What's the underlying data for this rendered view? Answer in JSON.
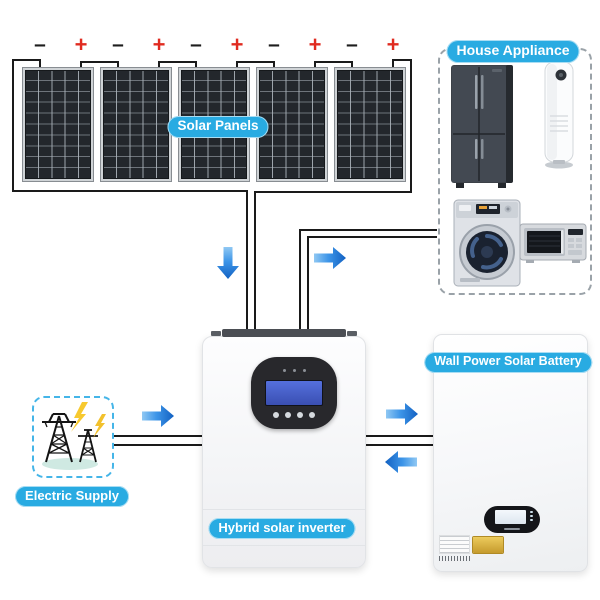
{
  "labels": {
    "solar_panels": "Solar Panels",
    "house_appliance": "House Appliance",
    "battery": "Wall Power Solar Battery",
    "inverter": "Hybrid solar inverter",
    "electric_supply": "Electric Supply"
  },
  "solar": {
    "panel_count": 5,
    "panels": [
      {
        "neg": "–",
        "pos": "+"
      },
      {
        "neg": "–",
        "pos": "+"
      },
      {
        "neg": "–",
        "pos": "+"
      },
      {
        "neg": "–",
        "pos": "+"
      },
      {
        "neg": "–",
        "pos": "+"
      }
    ]
  },
  "house_appliances": {
    "items": [
      "refrigerator",
      "air-conditioner",
      "washing-machine",
      "microwave"
    ]
  },
  "colors": {
    "label_pill_blue": "#29abe2",
    "flow_arrow_blue": "#2b8fe3",
    "plus_terminal_red": "#e02b20",
    "wire_black": "#1a1a1a",
    "dashed_box_gray": "#9aa2a8",
    "dashed_box_blue": "#45b5e8"
  }
}
